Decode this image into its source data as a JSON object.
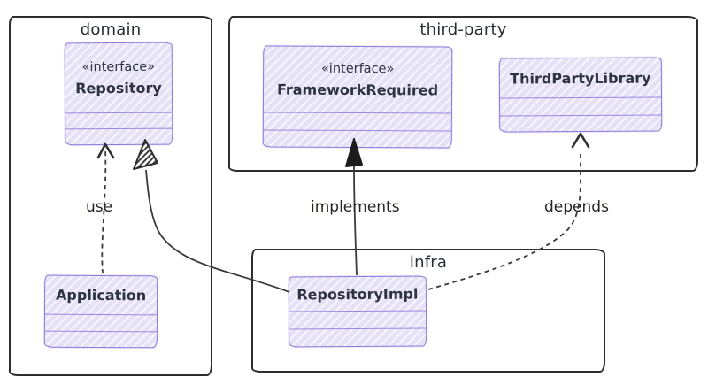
{
  "diagram": {
    "packages": {
      "domain": {
        "label": "domain"
      },
      "third_party": {
        "label": "third-party"
      },
      "infra": {
        "label": "infra"
      }
    },
    "classes": {
      "repository": {
        "stereotype": "«interface»",
        "name": "Repository"
      },
      "framework_required": {
        "stereotype": "«interface»",
        "name": "FrameworkRequired"
      },
      "third_party_library": {
        "name": "ThirdPartyLibrary"
      },
      "application": {
        "name": "Application"
      },
      "repository_impl": {
        "name": "RepositoryImpl"
      }
    },
    "edges": {
      "use": {
        "label": "use",
        "from": "Application",
        "to": "Repository",
        "line": "dashed",
        "arrowhead": "open"
      },
      "implements": {
        "label": "implements",
        "from": "RepositoryImpl",
        "to": "FrameworkRequired",
        "line": "solid",
        "arrowhead": "filled-triangle"
      },
      "realizes": {
        "label": "",
        "from": "RepositoryImpl",
        "to": "Repository",
        "line": "solid",
        "arrowhead": "hatched-triangle"
      },
      "depends": {
        "label": "depends",
        "from": "RepositoryImpl",
        "to": "ThirdPartyLibrary",
        "line": "dashed",
        "arrowhead": "open"
      }
    },
    "colors": {
      "class_fill": "#e5e1f7",
      "class_border": "#8f7ad8",
      "package_border": "#2d2d2d",
      "class_text": "#2d3340",
      "label_text": "#22261c",
      "edge_stroke": "#3a3a3a"
    }
  }
}
